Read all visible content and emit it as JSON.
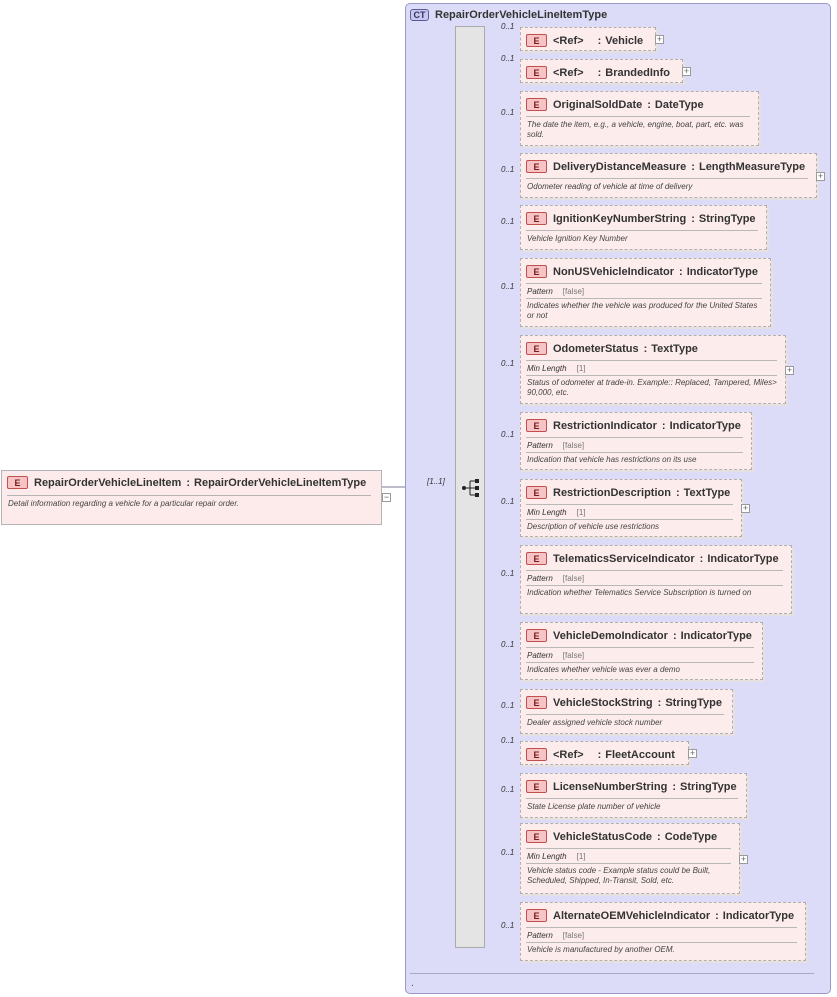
{
  "complex_type": {
    "badge": "CT",
    "title": "RepairOrderVehicleLineItemType",
    "footer": "."
  },
  "root": {
    "badge": "E",
    "name": "RepairOrderVehicleLineItem",
    "type": "RepairOrderVehicleLineItemType",
    "description": "Detail information regarding a vehicle for a particular repair order.",
    "multiplicity": "[1..1]",
    "expand_symbol": "−"
  },
  "symbols": {
    "expand": "+",
    "colon": ":"
  },
  "elements": [
    {
      "badge": "E",
      "ref": "<Ref>",
      "name": "",
      "type": "Vehicle",
      "multiplicity": "0..1",
      "expandable": true,
      "facet": null,
      "description": ""
    },
    {
      "badge": "E",
      "ref": "<Ref>",
      "name": "",
      "type": "BrandedInfo",
      "multiplicity": "0..1",
      "expandable": true,
      "facet": null,
      "description": ""
    },
    {
      "badge": "E",
      "ref": "",
      "name": "OriginalSoldDate",
      "type": "DateType",
      "multiplicity": "0..1",
      "expandable": false,
      "facet": null,
      "description": "The date the item, e.g., a vehicle, engine, boat, part, etc. was sold."
    },
    {
      "badge": "E",
      "ref": "",
      "name": "DeliveryDistanceMeasure",
      "type": "LengthMeasureType",
      "multiplicity": "0..1",
      "expandable": true,
      "facet": null,
      "description": "Odometer reading of vehicle at time of delivery"
    },
    {
      "badge": "E",
      "ref": "",
      "name": "IgnitionKeyNumberString",
      "type": "StringType",
      "multiplicity": "0..1",
      "expandable": false,
      "facet": null,
      "description": "Vehicle Ignition Key Number"
    },
    {
      "badge": "E",
      "ref": "",
      "name": "NonUSVehicleIndicator",
      "type": "IndicatorType",
      "multiplicity": "0..1",
      "expandable": false,
      "facet": {
        "name": "Pattern",
        "value": "[false]"
      },
      "description": "Indicates whether the vehicle was produced for the United States or not"
    },
    {
      "badge": "E",
      "ref": "",
      "name": "OdometerStatus",
      "type": "TextType",
      "multiplicity": "0..1",
      "expandable": true,
      "facet": {
        "name": "Min Length",
        "value": "[1]"
      },
      "description": "Status of odometer at trade-in. Example:: Replaced, Tampered, Miles> 90,000, etc."
    },
    {
      "badge": "E",
      "ref": "",
      "name": "RestrictionIndicator",
      "type": "IndicatorType",
      "multiplicity": "0..1",
      "expandable": false,
      "facet": {
        "name": "Pattern",
        "value": "[false]"
      },
      "description": "Indication that vehicle has restrictions on its use"
    },
    {
      "badge": "E",
      "ref": "",
      "name": "RestrictionDescription",
      "type": "TextType",
      "multiplicity": "0..1",
      "expandable": true,
      "facet": {
        "name": "Min Length",
        "value": "[1]"
      },
      "description": "Description of vehicle use restrictions"
    },
    {
      "badge": "E",
      "ref": "",
      "name": "TelematicsServiceIndicator",
      "type": "IndicatorType",
      "multiplicity": "0..1",
      "expandable": false,
      "facet": {
        "name": "Pattern",
        "value": "[false]"
      },
      "description": "Indication whether Telematics Service Subscription is turned on"
    },
    {
      "badge": "E",
      "ref": "",
      "name": "VehicleDemoIndicator",
      "type": "IndicatorType",
      "multiplicity": "0..1",
      "expandable": false,
      "facet": {
        "name": "Pattern",
        "value": "[false]"
      },
      "description": "Indicates whether vehicle was ever a demo"
    },
    {
      "badge": "E",
      "ref": "",
      "name": "VehicleStockString",
      "type": "StringType",
      "multiplicity": "0..1",
      "expandable": false,
      "facet": null,
      "description": "Dealer assigned vehicle stock number"
    },
    {
      "badge": "E",
      "ref": "<Ref>",
      "name": "",
      "type": "FleetAccount",
      "multiplicity": "0..1",
      "expandable": true,
      "facet": null,
      "description": ""
    },
    {
      "badge": "E",
      "ref": "",
      "name": "LicenseNumberString",
      "type": "StringType",
      "multiplicity": "0..1",
      "expandable": false,
      "facet": null,
      "description": "State License plate number of vehicle"
    },
    {
      "badge": "E",
      "ref": "",
      "name": "VehicleStatusCode",
      "type": "CodeType",
      "multiplicity": "0..1",
      "expandable": true,
      "facet": {
        "name": "Min Length",
        "value": "[1]"
      },
      "description": "Vehicle status code - Example status could be Built, Scheduled, Shipped, In-Transit, Sold, etc."
    },
    {
      "badge": "E",
      "ref": "",
      "name": "AlternateOEMVehicleIndicator",
      "type": "IndicatorType",
      "multiplicity": "0..1",
      "expandable": false,
      "facet": {
        "name": "Pattern",
        "value": "[false]"
      },
      "description": "Vehicle is manufactured by another OEM."
    }
  ]
}
